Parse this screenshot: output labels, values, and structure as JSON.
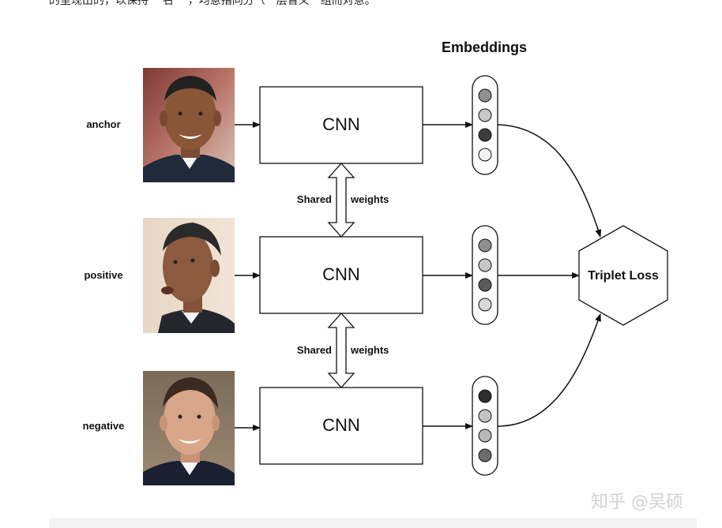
{
  "top_text": "的呈现出的，以保持 一名 一，均意指同分（一层音义一组而对意。",
  "diagram": {
    "embeddings_title": "Embeddings",
    "rows": [
      {
        "label": "anchor",
        "cnn": "CNN",
        "dots": [
          "#909090",
          "#c8c8c8",
          "#3c3c3c",
          "#f2f2f2"
        ]
      },
      {
        "label": "positive",
        "cnn": "CNN",
        "dots": [
          "#909090",
          "#c8c8c8",
          "#5a5a5a",
          "#d8d8d8"
        ]
      },
      {
        "label": "negative",
        "cnn": "CNN",
        "dots": [
          "#2e2e2e",
          "#c4c4c4",
          "#b8b8b8",
          "#6c6c6c"
        ]
      }
    ],
    "shared": [
      {
        "left": "Shared",
        "right": "weights"
      },
      {
        "left": "Shared",
        "right": "weights"
      }
    ],
    "loss_label": "Triplet Loss"
  },
  "watermark": "知乎 @吴硕"
}
